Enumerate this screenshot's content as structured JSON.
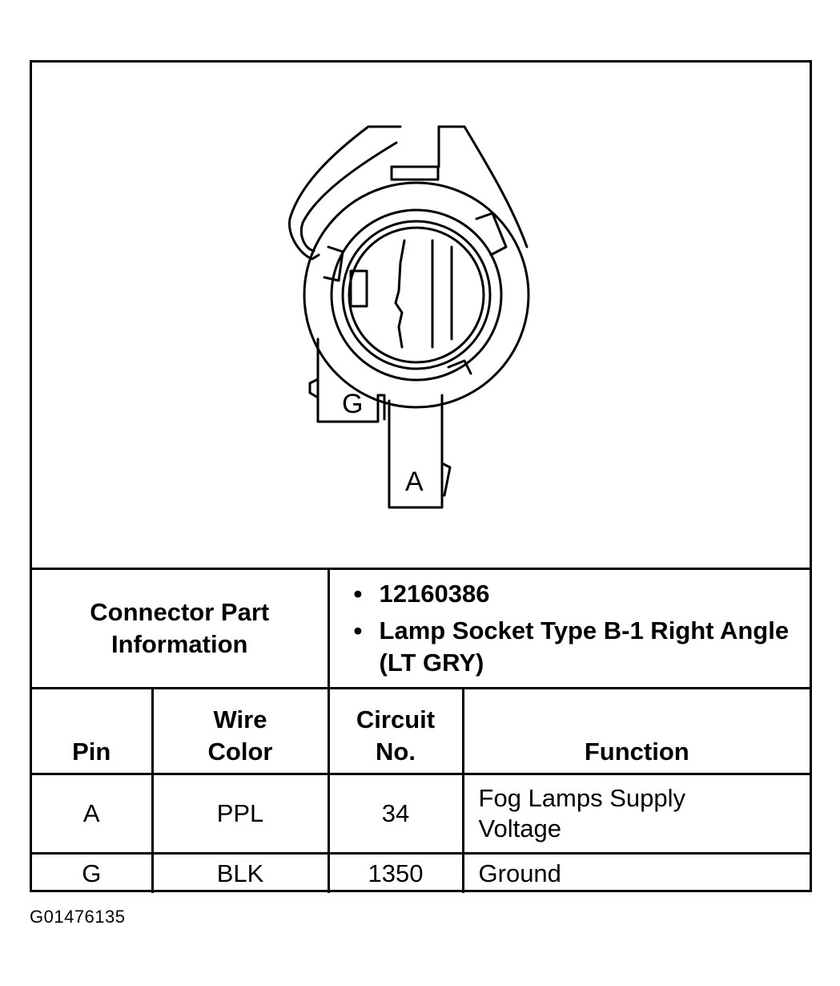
{
  "diagram": {
    "pin_labels": [
      "G",
      "A"
    ]
  },
  "part_info": {
    "label_line1": "Connector Part",
    "label_line2": "Information",
    "items": [
      "12160386",
      "Lamp Socket Type B-1 Right Angle (LT GRY)"
    ]
  },
  "table": {
    "headers": {
      "pin": "Pin",
      "wire_color_line1": "Wire",
      "wire_color_line2": "Color",
      "circuit_line1": "Circuit",
      "circuit_line2": "No.",
      "function": "Function"
    },
    "rows": [
      {
        "pin": "A",
        "wire_color": "PPL",
        "circuit": "34",
        "function": "Fog Lamps Supply Voltage"
      },
      {
        "pin": "G",
        "wire_color": "BLK",
        "circuit": "1350",
        "function": "Ground"
      }
    ]
  },
  "figure_id": "G01476135"
}
